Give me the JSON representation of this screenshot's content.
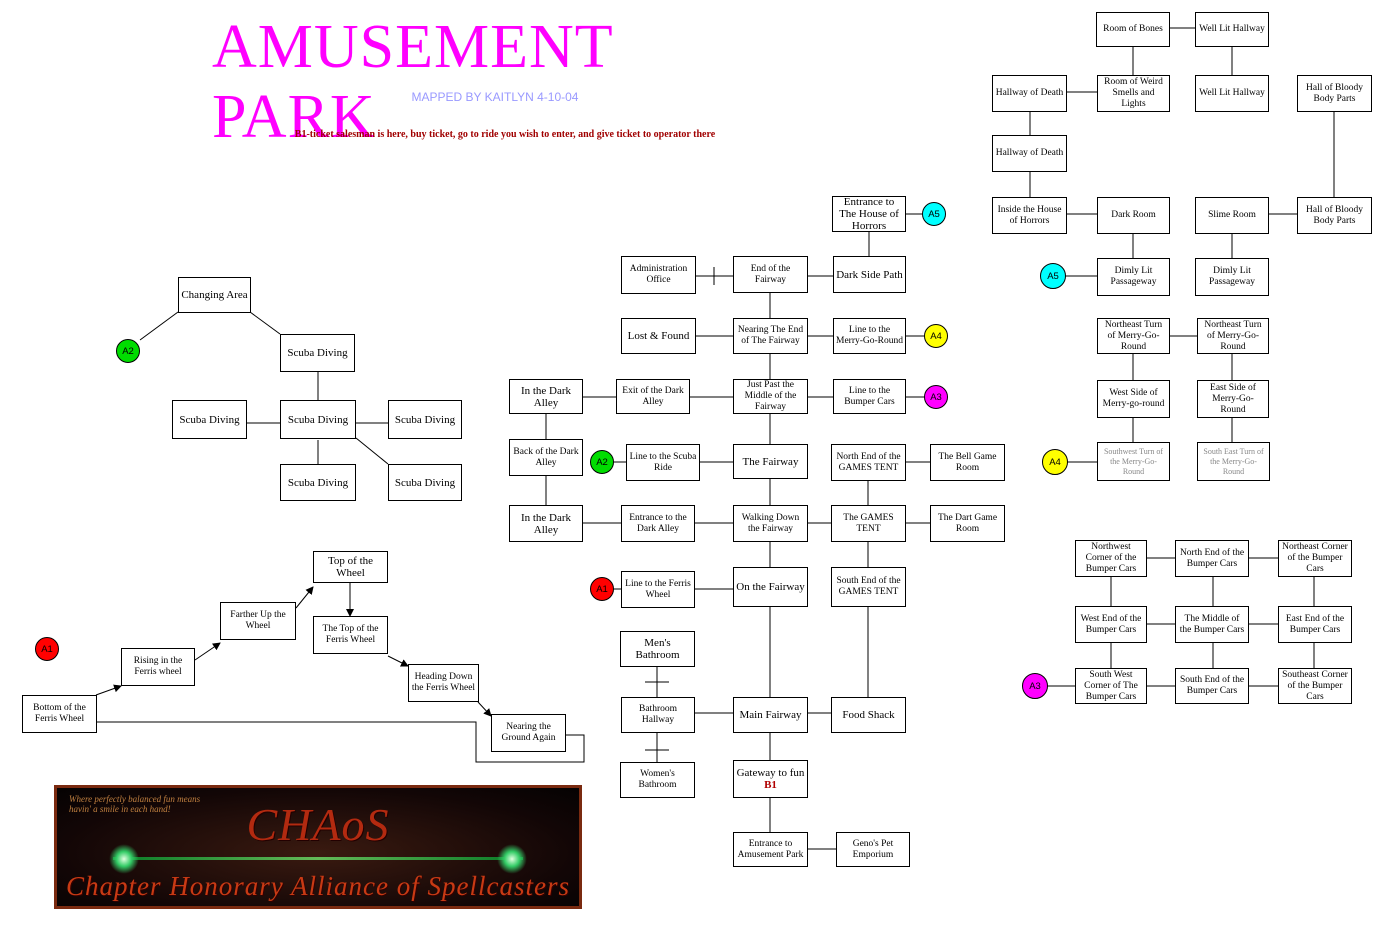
{
  "title": "AMUSEMENT PARK",
  "subtitle": "MAPPED BY KAITLYN 4-10-04",
  "note": "B1-ticket salesman is here, buy ticket, go to ride you wish to enter, and give ticket to operator there",
  "banner": {
    "logo": "CHAoS",
    "tagline": "Chapter Honorary Alliance of Spellcasters",
    "motto": "Where perfectly balanced fun means havin' a smile in each hand!"
  },
  "colors": {
    "A1": "#ff0000",
    "A2": "#00dd00",
    "A3": "#ff00ff",
    "A4": "#ffff00",
    "A5": "#00ffff",
    "title": "#ff00ff",
    "subtitle": "#9999ff",
    "note": "#a00000"
  },
  "rooms": {
    "changing_area": "Changing Area",
    "scuba_1": "Scuba Diving",
    "scuba_w": "Scuba Diving",
    "scuba_c": "Scuba Diving",
    "scuba_e": "Scuba Diving",
    "scuba_s": "Scuba Diving",
    "scuba_se": "Scuba Diving",
    "bottom_ferris": "Bottom of the Ferris Wheel",
    "rising_ferris": "Rising in the Ferris wheel",
    "farther_up": "Farther Up the Wheel",
    "top_wheel": "Top of the Wheel",
    "top_ferris": "The Top of the Ferris Wheel",
    "heading_down": "Heading Down the Ferris Wheel",
    "nearing_ground": "Nearing the Ground Again",
    "admin_office": "Administration Office",
    "end_fairway": "End of the Fairway",
    "dark_side_path": "Dark Side Path",
    "entrance_horrors": "Entrance to The House of Horrors",
    "lost_found": "Lost & Found",
    "nearing_end": "Nearing The End of The Fairway",
    "line_merry": "Line to the Merry-Go-Round",
    "dark_alley_1": "In the Dark Alley",
    "exit_dark_alley": "Exit of the Dark Alley",
    "just_past_middle": "Just Past the Middle of the Fairway",
    "line_bumper": "Line to the Bumper Cars",
    "back_dark_alley": "Back of the Dark Alley",
    "line_scuba": "Line to the Scuba Ride",
    "the_fairway": "The Fairway",
    "north_games": "North End of the GAMES TENT",
    "bell_game": "The Bell Game Room",
    "dark_alley_2": "In the Dark Alley",
    "entrance_dark_alley": "Entrance to the Dark Alley",
    "walking_down": "Walking Down the Fairway",
    "games_tent": "The GAMES TENT",
    "dart_game": "The Dart Game Room",
    "line_ferris": "Line to the Ferris Wheel",
    "on_fairway": "On the Fairway",
    "south_games": "South End of the GAMES TENT",
    "mens_bathroom": "Men's Bathroom",
    "bathroom_hallway": "Bathroom Hallway",
    "main_fairway": "Main Fairway",
    "food_shack": "Food Shack",
    "womens_bathroom": "Women's Bathroom",
    "gateway_fun": "Gateway to fun",
    "gateway_sub": "B1",
    "entrance_park": "Entrance to Amusement Park",
    "geno_pet": "Geno's Pet Emporium",
    "room_bones": "Room of Bones",
    "well_lit_1": "Well Lit Hallway",
    "hallway_death_1": "Hallway of Death",
    "room_weird": "Room of Weird Smells and Lights",
    "well_lit_2": "Well Lit Hallway",
    "hall_bloody_1": "Hall of Bloody Body Parts",
    "hallway_death_2": "Hallway of Death",
    "inside_horrors": "Inside the House of Horrors",
    "dark_room": "Dark Room",
    "slime_room": "Slime Room",
    "hall_bloody_2": "Hall of Bloody Body Parts",
    "dimly_lit_1": "Dimly Lit Passageway",
    "dimly_lit_2": "Dimly Lit Passageway",
    "ne_turn_merry_1": "Northeast Turn of Merry-Go-Round",
    "ne_turn_merry_2": "Northeast Turn of Merry-Go-Round",
    "west_merry": "West Side of Merry-go-round",
    "east_merry": "East Side of Merry-Go-Round",
    "sw_turn_merry": "Southwest Turn of the Merry-Go-Round",
    "se_turn_merry": "South East Turn of the Merry-Go-Round",
    "nw_bumper": "Northwest Corner of the Bumper Cars",
    "n_bumper": "North End of the Bumper Cars",
    "ne_bumper": "Northeast Corner of the Bumper Cars",
    "w_bumper": "West End of the Bumper Cars",
    "mid_bumper": "The Middle of the Bumper Cars",
    "e_bumper": "East End of the Bumper Cars",
    "sw_bumper": "South West Corner of The Bumper Cars",
    "s_bumper": "South End of the Bumper Cars",
    "se_bumper": "Southeast Corner of the Bumper Cars"
  },
  "markers": {
    "a2_scuba": "A2",
    "a1_ferris": "A1",
    "a5_horrors": "A5",
    "a4_line": "A4",
    "a3_line": "A3",
    "a2_line": "A2",
    "a1_line": "A1",
    "a5_dimly": "A5",
    "a4_merry": "A4",
    "a3_bumper": "A3"
  }
}
